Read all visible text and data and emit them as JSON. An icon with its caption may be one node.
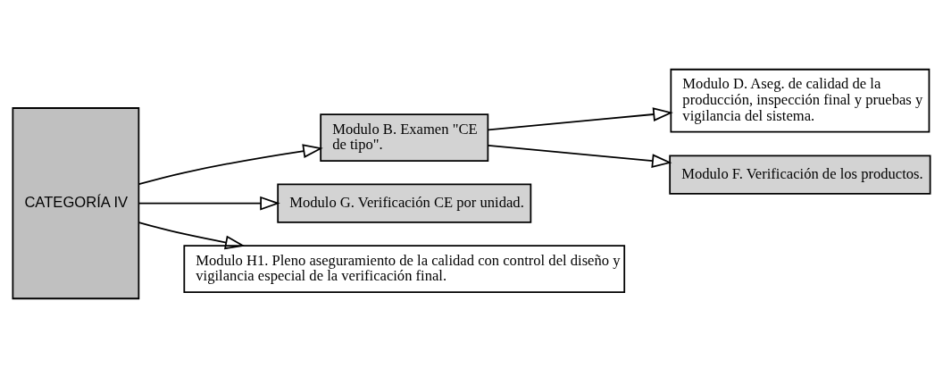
{
  "diagram": {
    "nodes": [
      {
        "text": [
          "CATEGORÍA IV"
        ]
      },
      {
        "text": [
          "Modulo B. Examen \"CE de tipo\"."
        ]
      },
      {
        "text": [
          "Modulo D. Aseg. de calidad de la producción, inspección final y pruebas y vigilancia del sistema."
        ]
      },
      {
        "text": [
          "Modulo F. Verificación de los productos."
        ]
      },
      {
        "text": [
          "Modulo G. Verificación CE por unidad."
        ]
      },
      {
        "text": [
          "Modulo H1. Pleno aseguramiento de la calidad con control del diseño y vigilancia especial de la verificación final."
        ]
      }
    ],
    "edges": [
      {
        "from": 0,
        "to": 1,
        "arrow": "to"
      },
      {
        "from": 1,
        "to": 2,
        "arrow": "to"
      },
      {
        "from": 1,
        "to": 3,
        "arrow": "to"
      },
      {
        "from": 0,
        "to": 4,
        "arrow": "to"
      },
      {
        "from": 0,
        "to": 5,
        "arrow": "to"
      }
    ]
  }
}
